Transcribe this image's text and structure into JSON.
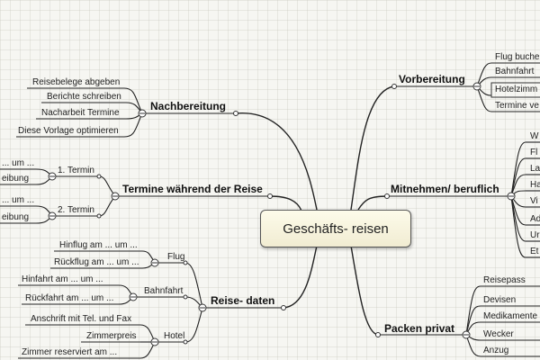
{
  "central_topic": "Geschäfts- reisen",
  "branches": {
    "nachbereitung": {
      "title": "Nachbereitung",
      "items": [
        "Reisebelege abgeben",
        "Berichte schreiben",
        "Nacharbeit Termine",
        "Diese Vorlage optimieren"
      ]
    },
    "termine": {
      "title": "Termine während der Reise",
      "first": {
        "label": "1. Termin",
        "items": [
          "... um ...",
          "eibung"
        ]
      },
      "second": {
        "label": "2. Termin",
        "items": [
          "... um ...",
          "eibung"
        ]
      }
    },
    "reisedaten": {
      "title": "Reise- daten",
      "flug": {
        "label": "Flug",
        "items": [
          "Hinflug am ... um ...",
          "Rückflug am ... um ..."
        ]
      },
      "bahnfahrt": {
        "label": "Bahnfahrt",
        "items": [
          "Hinfahrt am ... um ...",
          "Rückfahrt am ... um ..."
        ]
      },
      "hotel": {
        "label": "Hotel",
        "items": [
          "Anschrift mit Tel. und Fax",
          "Zimmerpreis",
          "Zimmer reserviert am ..."
        ]
      }
    },
    "vorbereitung": {
      "title": "Vorbereitung",
      "items": [
        "Flug buche",
        "Bahnfahrt",
        "Hotelzimm",
        "Termine ve"
      ]
    },
    "mitnehmen": {
      "title": "Mitnehmen/ beruflich",
      "items": [
        "W",
        "Fl",
        "La",
        "Ha",
        "Vi",
        "Ad",
        "Ur",
        "Et"
      ]
    },
    "packen": {
      "title": "Packen privat",
      "items": [
        "Reisepass",
        "Devisen",
        "Medikamente",
        "Wecker",
        "Anzug"
      ]
    }
  }
}
